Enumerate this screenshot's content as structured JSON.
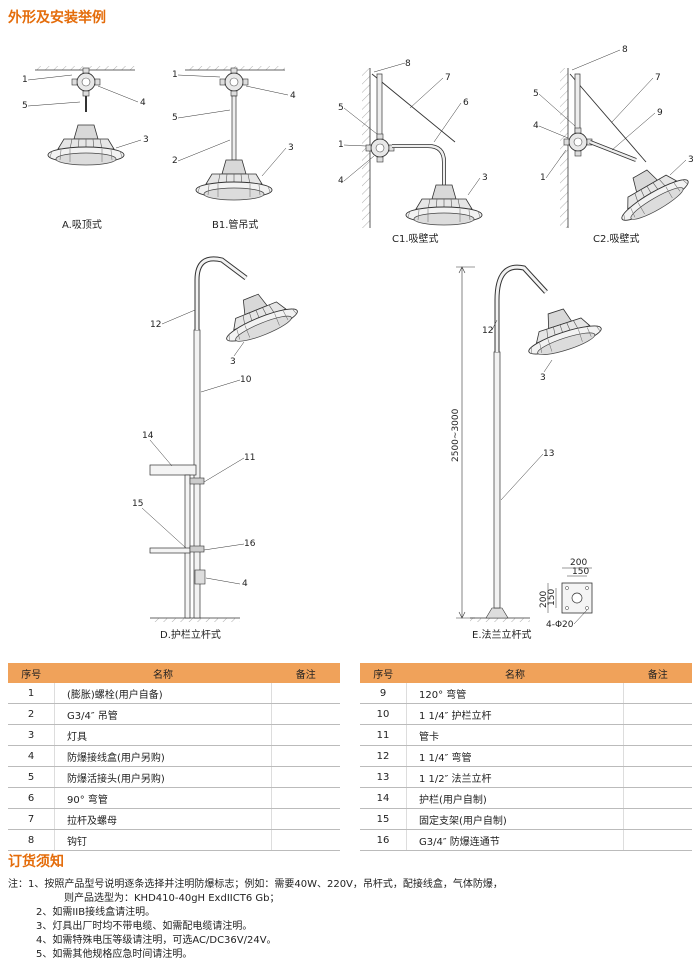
{
  "sections": {
    "install_title": "外形及安装举例",
    "order_title": "订货须知"
  },
  "diagrams": {
    "a": {
      "caption": "A.吸顶式",
      "labels": [
        "1",
        "5",
        "4",
        "3"
      ]
    },
    "b1": {
      "caption": "B1.管吊式",
      "labels": [
        "1",
        "4",
        "5",
        "2",
        "3"
      ]
    },
    "c1": {
      "caption": "C1.吸壁式",
      "labels": [
        "8",
        "7",
        "6",
        "5",
        "1",
        "4",
        "3"
      ]
    },
    "c2": {
      "caption": "C2.吸壁式",
      "labels": [
        "8",
        "7",
        "9",
        "5",
        "4",
        "1",
        "3"
      ]
    },
    "d": {
      "caption": "D.护栏立杆式",
      "labels": [
        "12",
        "3",
        "10",
        "14",
        "11",
        "15",
        "16",
        "4"
      ]
    },
    "e": {
      "caption": "E.法兰立杆式",
      "labels": [
        "12",
        "3",
        "13"
      ],
      "height_dim": "2500~3000",
      "flange": {
        "w1": "200",
        "w2": "150",
        "h1": "200",
        "h2": "150",
        "holes": "4-Φ20"
      }
    }
  },
  "table": {
    "headers": {
      "no": "序号",
      "name": "名称",
      "remark": "备注"
    },
    "left": [
      {
        "no": "1",
        "name": "(膨胀)螺栓(用户自备)"
      },
      {
        "no": "2",
        "name": "G3/4″ 吊管"
      },
      {
        "no": "3",
        "name": "灯具"
      },
      {
        "no": "4",
        "name": "防爆接线盒(用户另购)"
      },
      {
        "no": "5",
        "name": "防爆活接头(用户另购)"
      },
      {
        "no": "6",
        "name": "90° 弯管"
      },
      {
        "no": "7",
        "name": "拉杆及螺母"
      },
      {
        "no": "8",
        "name": "钩钉"
      }
    ],
    "right": [
      {
        "no": "9",
        "name": "120° 弯管"
      },
      {
        "no": "10",
        "name": "1 1/4″ 护栏立杆"
      },
      {
        "no": "11",
        "name": "管卡"
      },
      {
        "no": "12",
        "name": "1 1/4″ 弯管"
      },
      {
        "no": "13",
        "name": "1 1/2″ 法兰立杆"
      },
      {
        "no": "14",
        "name": "护栏(用户自制)"
      },
      {
        "no": "15",
        "name": "固定支架(用户自制)"
      },
      {
        "no": "16",
        "name": "G3/4″ 防爆连通节"
      }
    ]
  },
  "notes": {
    "n1a": "注：1、按照产品型号说明逐条选择并注明防爆标志；例如：需要40W、220V，吊杆式，配接线盒，气体防爆，",
    "n1b": "则产品选型为：KHD410-40gH ExdIICT6 Gb；",
    "n2": "2、如需IIB接线盒请注明。",
    "n3": "3、灯具出厂时均不带电缆、如需配电缆请注明。",
    "n4": "4、如需特殊电压等级请注明，可选AC/DC36V/24V。",
    "n5": "5、如需其他规格应急时间请注明。"
  }
}
